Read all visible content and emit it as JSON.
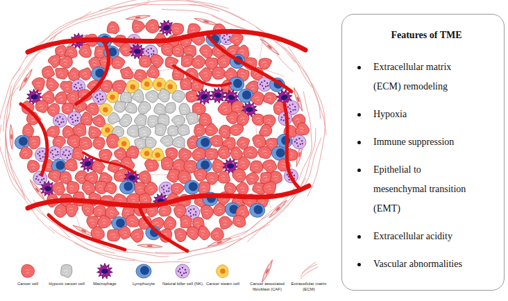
{
  "diagram": {
    "nodes": [
      {
        "text": [
          "Features of TME",
          "Extracellular matrix (ECM) remodeling",
          "Hypoxia",
          "Immune suppression",
          "Epithelial to mesenchymal transition (EMT)",
          "Extracellular acidity",
          "Vascular abnormalities"
        ]
      }
    ],
    "legend": [
      {
        "text": "Cancer cell"
      },
      {
        "text": "Hypoxic cancer cell"
      },
      {
        "text": "Macrophage"
      },
      {
        "text": "Lymphocyte"
      },
      {
        "text": "Natural killer cell (NK)"
      },
      {
        "text": "Cancer steam cell"
      },
      {
        "text": "Cancer associated fibroblast (CAF)"
      },
      {
        "text": "Extracellular matrix (ECM)"
      }
    ]
  }
}
